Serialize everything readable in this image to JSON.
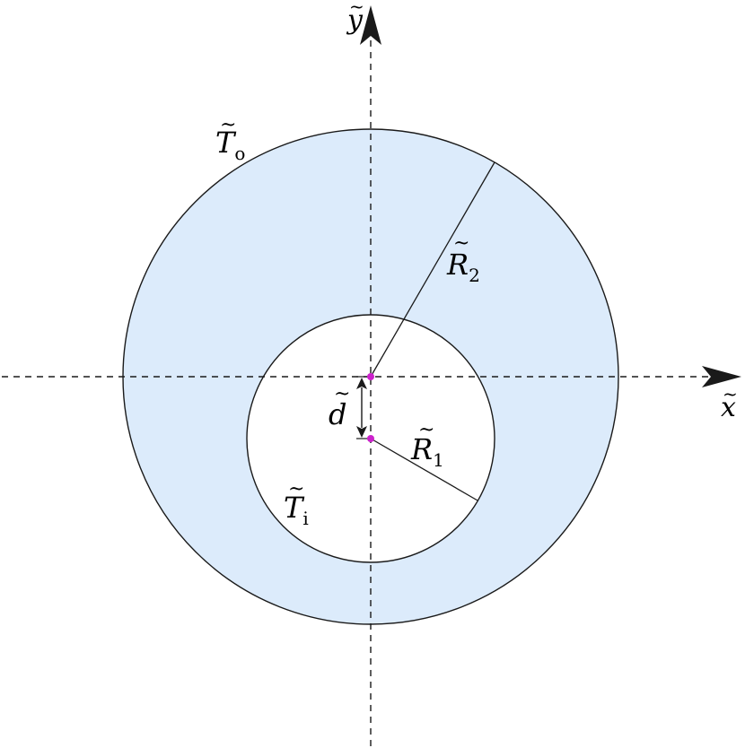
{
  "axes": {
    "x_label": "x",
    "y_label": "y"
  },
  "labels": {
    "outer_temperature": {
      "base": "T",
      "subscript": "o"
    },
    "inner_temperature": {
      "base": "T",
      "subscript": "i"
    },
    "outer_radius": {
      "base": "R",
      "subscript": "2"
    },
    "inner_radius": {
      "base": "R",
      "subscript": "1"
    },
    "offset": {
      "base": "d"
    }
  },
  "accent": "#1a1a1a",
  "colors": {
    "annulus_fill": "#dcebfb",
    "stroke": "#1a1a1a",
    "center_point": "#cc22cc",
    "background": "#ffffff"
  }
}
